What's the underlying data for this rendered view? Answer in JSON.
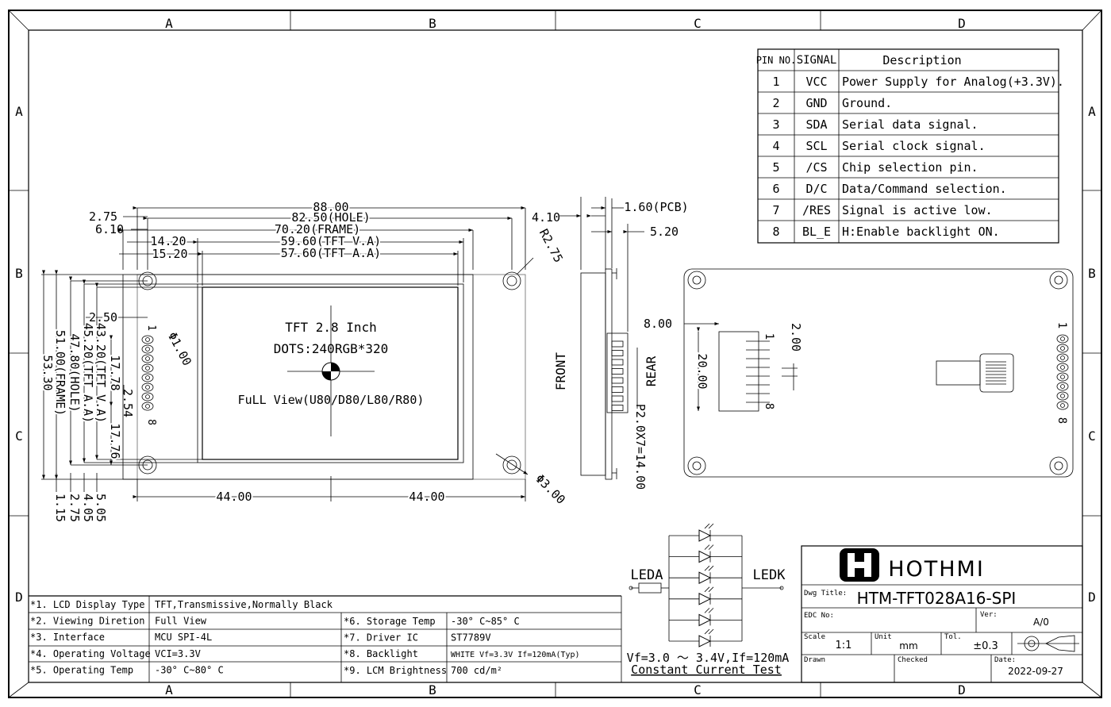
{
  "zones": {
    "cols": [
      "A",
      "B",
      "C",
      "D"
    ],
    "rows": [
      "A",
      "B",
      "C",
      "D"
    ]
  },
  "pin_table": {
    "headers": [
      "PIN NO.",
      "SIGNAL",
      "Description"
    ],
    "rows": [
      [
        "1",
        "VCC",
        "Power Supply for Analog(+3.3V)."
      ],
      [
        "2",
        "GND",
        "Ground."
      ],
      [
        "3",
        "SDA",
        "Serial data signal."
      ],
      [
        "4",
        "SCL",
        "Serial clock signal."
      ],
      [
        "5",
        "/CS",
        "Chip selection pin."
      ],
      [
        "6",
        "D/C",
        "Data/Command selection."
      ],
      [
        "7",
        "/RES",
        "Signal is active low."
      ],
      [
        "8",
        "BL_E",
        "H:Enable backlight ON."
      ]
    ]
  },
  "front_view": {
    "screen_title": "TFT 2.8 Inch",
    "screen_dots": "DOTS:240RGB*320",
    "screen_view": "FuLL View(U80/D80/L80/R80)",
    "dims_h": [
      "88.00",
      "82.50(HOLE)",
      "70.20(FRAME)",
      "59.60(TFT V.A)",
      "57.60(TFT A.A)",
      "2.75",
      "6.10",
      "14.20",
      "15.20",
      "2.50"
    ],
    "dims_v": [
      "43.20(TFT V.A)",
      "45.20(TFT A.A)",
      "47.80(HOLE)",
      "51.00(FRAME)",
      "53.30",
      "17.78",
      "2.54",
      "17.76"
    ],
    "dims_bottom": [
      "44.00",
      "44.00"
    ],
    "dims_small": [
      "1.15",
      "2.75",
      "4.05",
      "5.05"
    ],
    "radius": "R2.75",
    "pin_dia": "Φ1.00",
    "hole_dia": "Φ3.00",
    "pin1": "1",
    "pin8": "8"
  },
  "side_view": {
    "dims": [
      "4.10",
      "1.60(PCB)",
      "5.20"
    ],
    "front_label": "FRONT",
    "rear_label": "REAR",
    "pitch": "P2.0X7=14.00"
  },
  "rear_view": {
    "dims": [
      "8.00",
      "20.00",
      "2.00"
    ],
    "pin1": "1",
    "pin8": "8"
  },
  "backlight": {
    "leda": "LEDA",
    "ledk": "LEDK",
    "vf": "Vf=3.0 ～ 3.4V,If=120mA",
    "test": "Constant Current Test"
  },
  "specs": [
    {
      "label": "*1. LCD Display Type",
      "value": "TFT,Transmissive,Normally Black"
    },
    {
      "label": "*2. Viewing Diretion",
      "value": "Full View"
    },
    {
      "label": "*3. Interface",
      "value": "MCU SPI-4L"
    },
    {
      "label": "*4. Operating Voltage",
      "value": "VCI=3.3V"
    },
    {
      "label": "*5. Operating Temp",
      "value": "-30° C~80° C"
    }
  ],
  "specs2": [
    {
      "label": "*6. Storage Temp",
      "value": "-30° C~85° C"
    },
    {
      "label": "*7. Driver IC",
      "value": "ST7789V"
    },
    {
      "label": "*8. Backlight",
      "value": "WHITE Vf=3.3V If=120mA(Typ)"
    },
    {
      "label": "*9. LCM Brightness",
      "value": "700 cd/m²"
    }
  ],
  "title_block": {
    "brand": "HOTHMI",
    "dwg_title_label": "Dwg Title:",
    "dwg_title": "HTM-TFT028A16-SPI",
    "edc_label": "EDC No:",
    "ver_label": "Ver:",
    "ver": "A/0",
    "scale_label": "Scale",
    "scale": "1:1",
    "unit_label": "Unit",
    "unit": "mm",
    "tol_label": "Tol.",
    "tol": "±0.3",
    "drawn_label": "Drawn",
    "checked_label": "Checked",
    "date_label": "Date:",
    "date": "2022-09-27"
  }
}
